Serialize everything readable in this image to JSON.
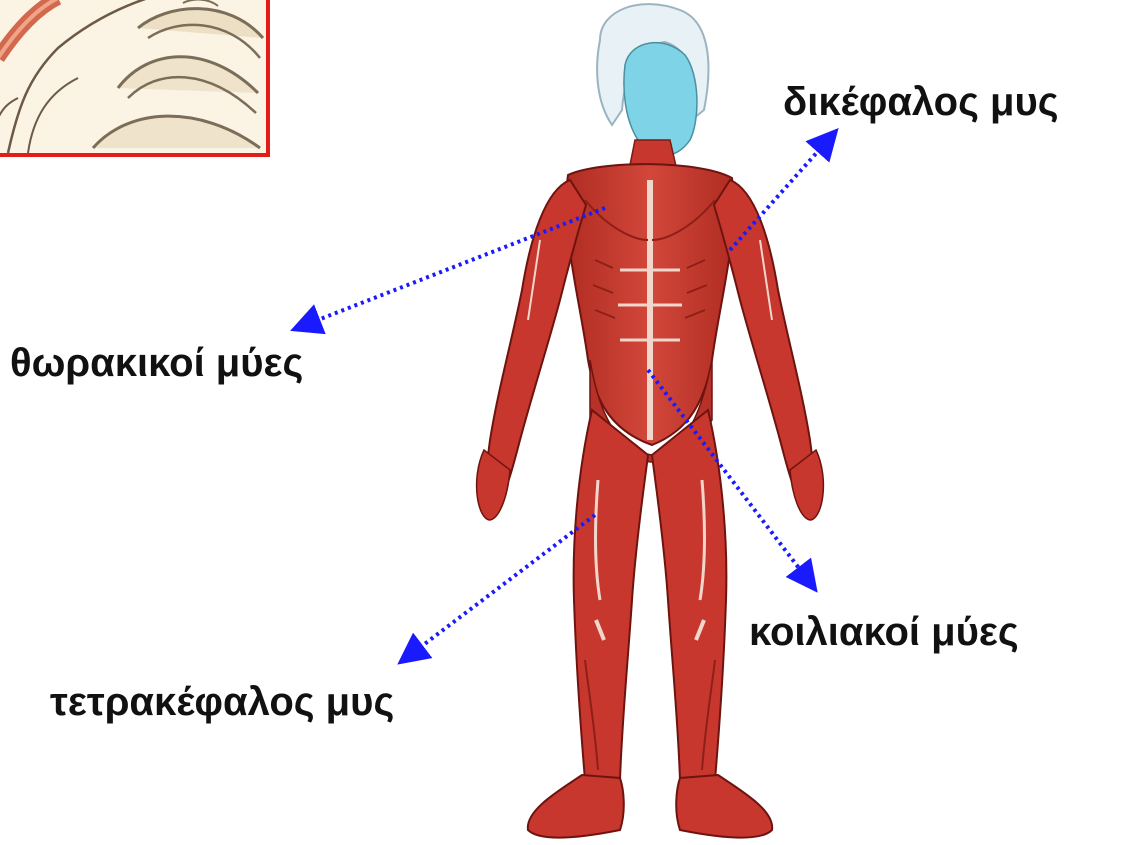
{
  "labels": {
    "biceps": "δικέφαλος μυς",
    "pectoral": "θωρακικοί μύες",
    "abdominal": "κοιλιακοί μύες",
    "quadriceps": "τετρακέφαλος μυς"
  },
  "colors": {
    "arrow": "#1a1aff",
    "muscle": "#c8372d",
    "muscle_dark": "#8e1f18",
    "tendon": "#f1d6cc",
    "face": "#7fd3e6",
    "hair": "#e8f1f5",
    "inset_border": "#e41b17",
    "label_text": "#111111"
  }
}
